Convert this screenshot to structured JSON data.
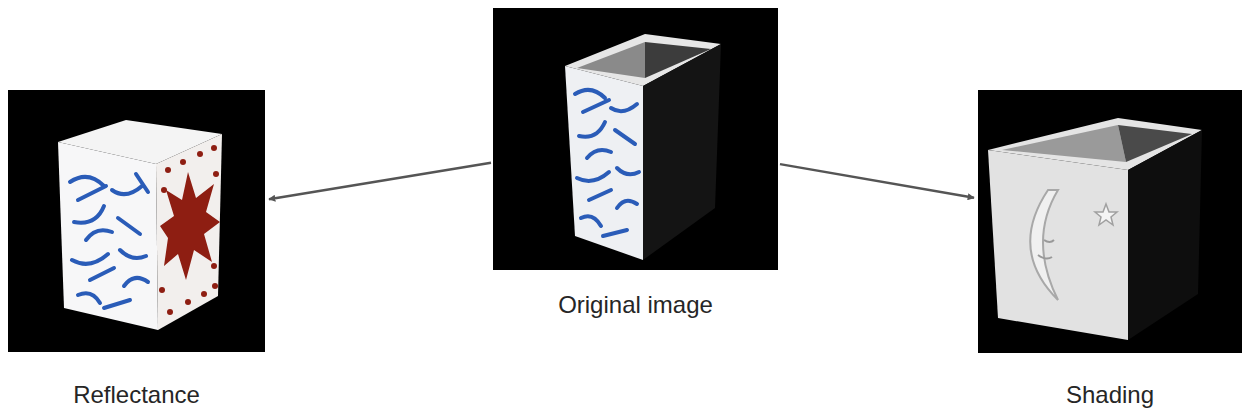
{
  "diagram": {
    "nodes": [
      {
        "text": [
          "Reflectance"
        ]
      },
      {
        "text": [
          "Original image"
        ]
      },
      {
        "text": [
          "Shading"
        ]
      }
    ],
    "edges": [
      {
        "from": 1,
        "to": 0,
        "arrow": "to"
      },
      {
        "from": 1,
        "to": 2,
        "arrow": "to"
      }
    ]
  }
}
